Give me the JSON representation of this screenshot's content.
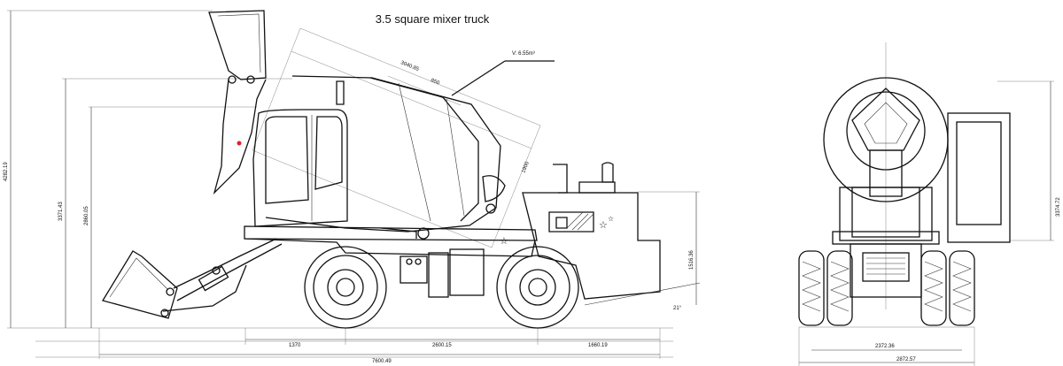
{
  "title": "3.5 square mixer truck",
  "side_view": {
    "volume_note": "V: 6.55m³",
    "dims": {
      "overall_height": "4282.19",
      "height_2": "3371.43",
      "height_3": "2860.05",
      "rear_height": "1516.36",
      "drum_length": "3040.85",
      "drum_mid": "850",
      "drum_dia": "1900",
      "front_overhang": "1370",
      "wheelbase": "2600.15",
      "rear_overhang": "1660.19",
      "overall_length": "7600.49",
      "departure_angle": "21°"
    }
  },
  "rear_view": {
    "dims": {
      "height": "3374.72",
      "track": "2372.36",
      "overall_width": "2872.57"
    }
  },
  "colors": {
    "line": "#111111",
    "marker": "#e0202a"
  }
}
